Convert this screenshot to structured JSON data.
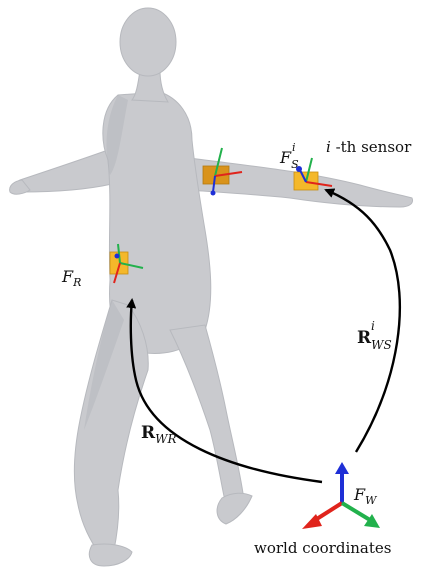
{
  "labels": {
    "root_frame": {
      "main": "F",
      "sub": "R"
    },
    "sensor_frame": {
      "main": "F",
      "sub": "S",
      "sup": "i"
    },
    "sensor_caption": {
      "index": "i",
      "text": " -th sensor"
    },
    "world_frame": {
      "main": "F",
      "sub": "W"
    },
    "rot_world_root": {
      "main": "R",
      "sub": "WR"
    },
    "rot_world_sensor": {
      "main": "R",
      "sub": "WS",
      "sup": "i"
    },
    "world_caption": "world coordinates"
  },
  "colors": {
    "body": "#c9cace",
    "body_shadow": "#aeb0b5",
    "sensor": "#f4b82a",
    "sensor_dark": "#d9931b",
    "axis_x": "#e0241c",
    "axis_y": "#22b14c",
    "axis_z": "#1e2fd6",
    "arrow": "#000000"
  }
}
